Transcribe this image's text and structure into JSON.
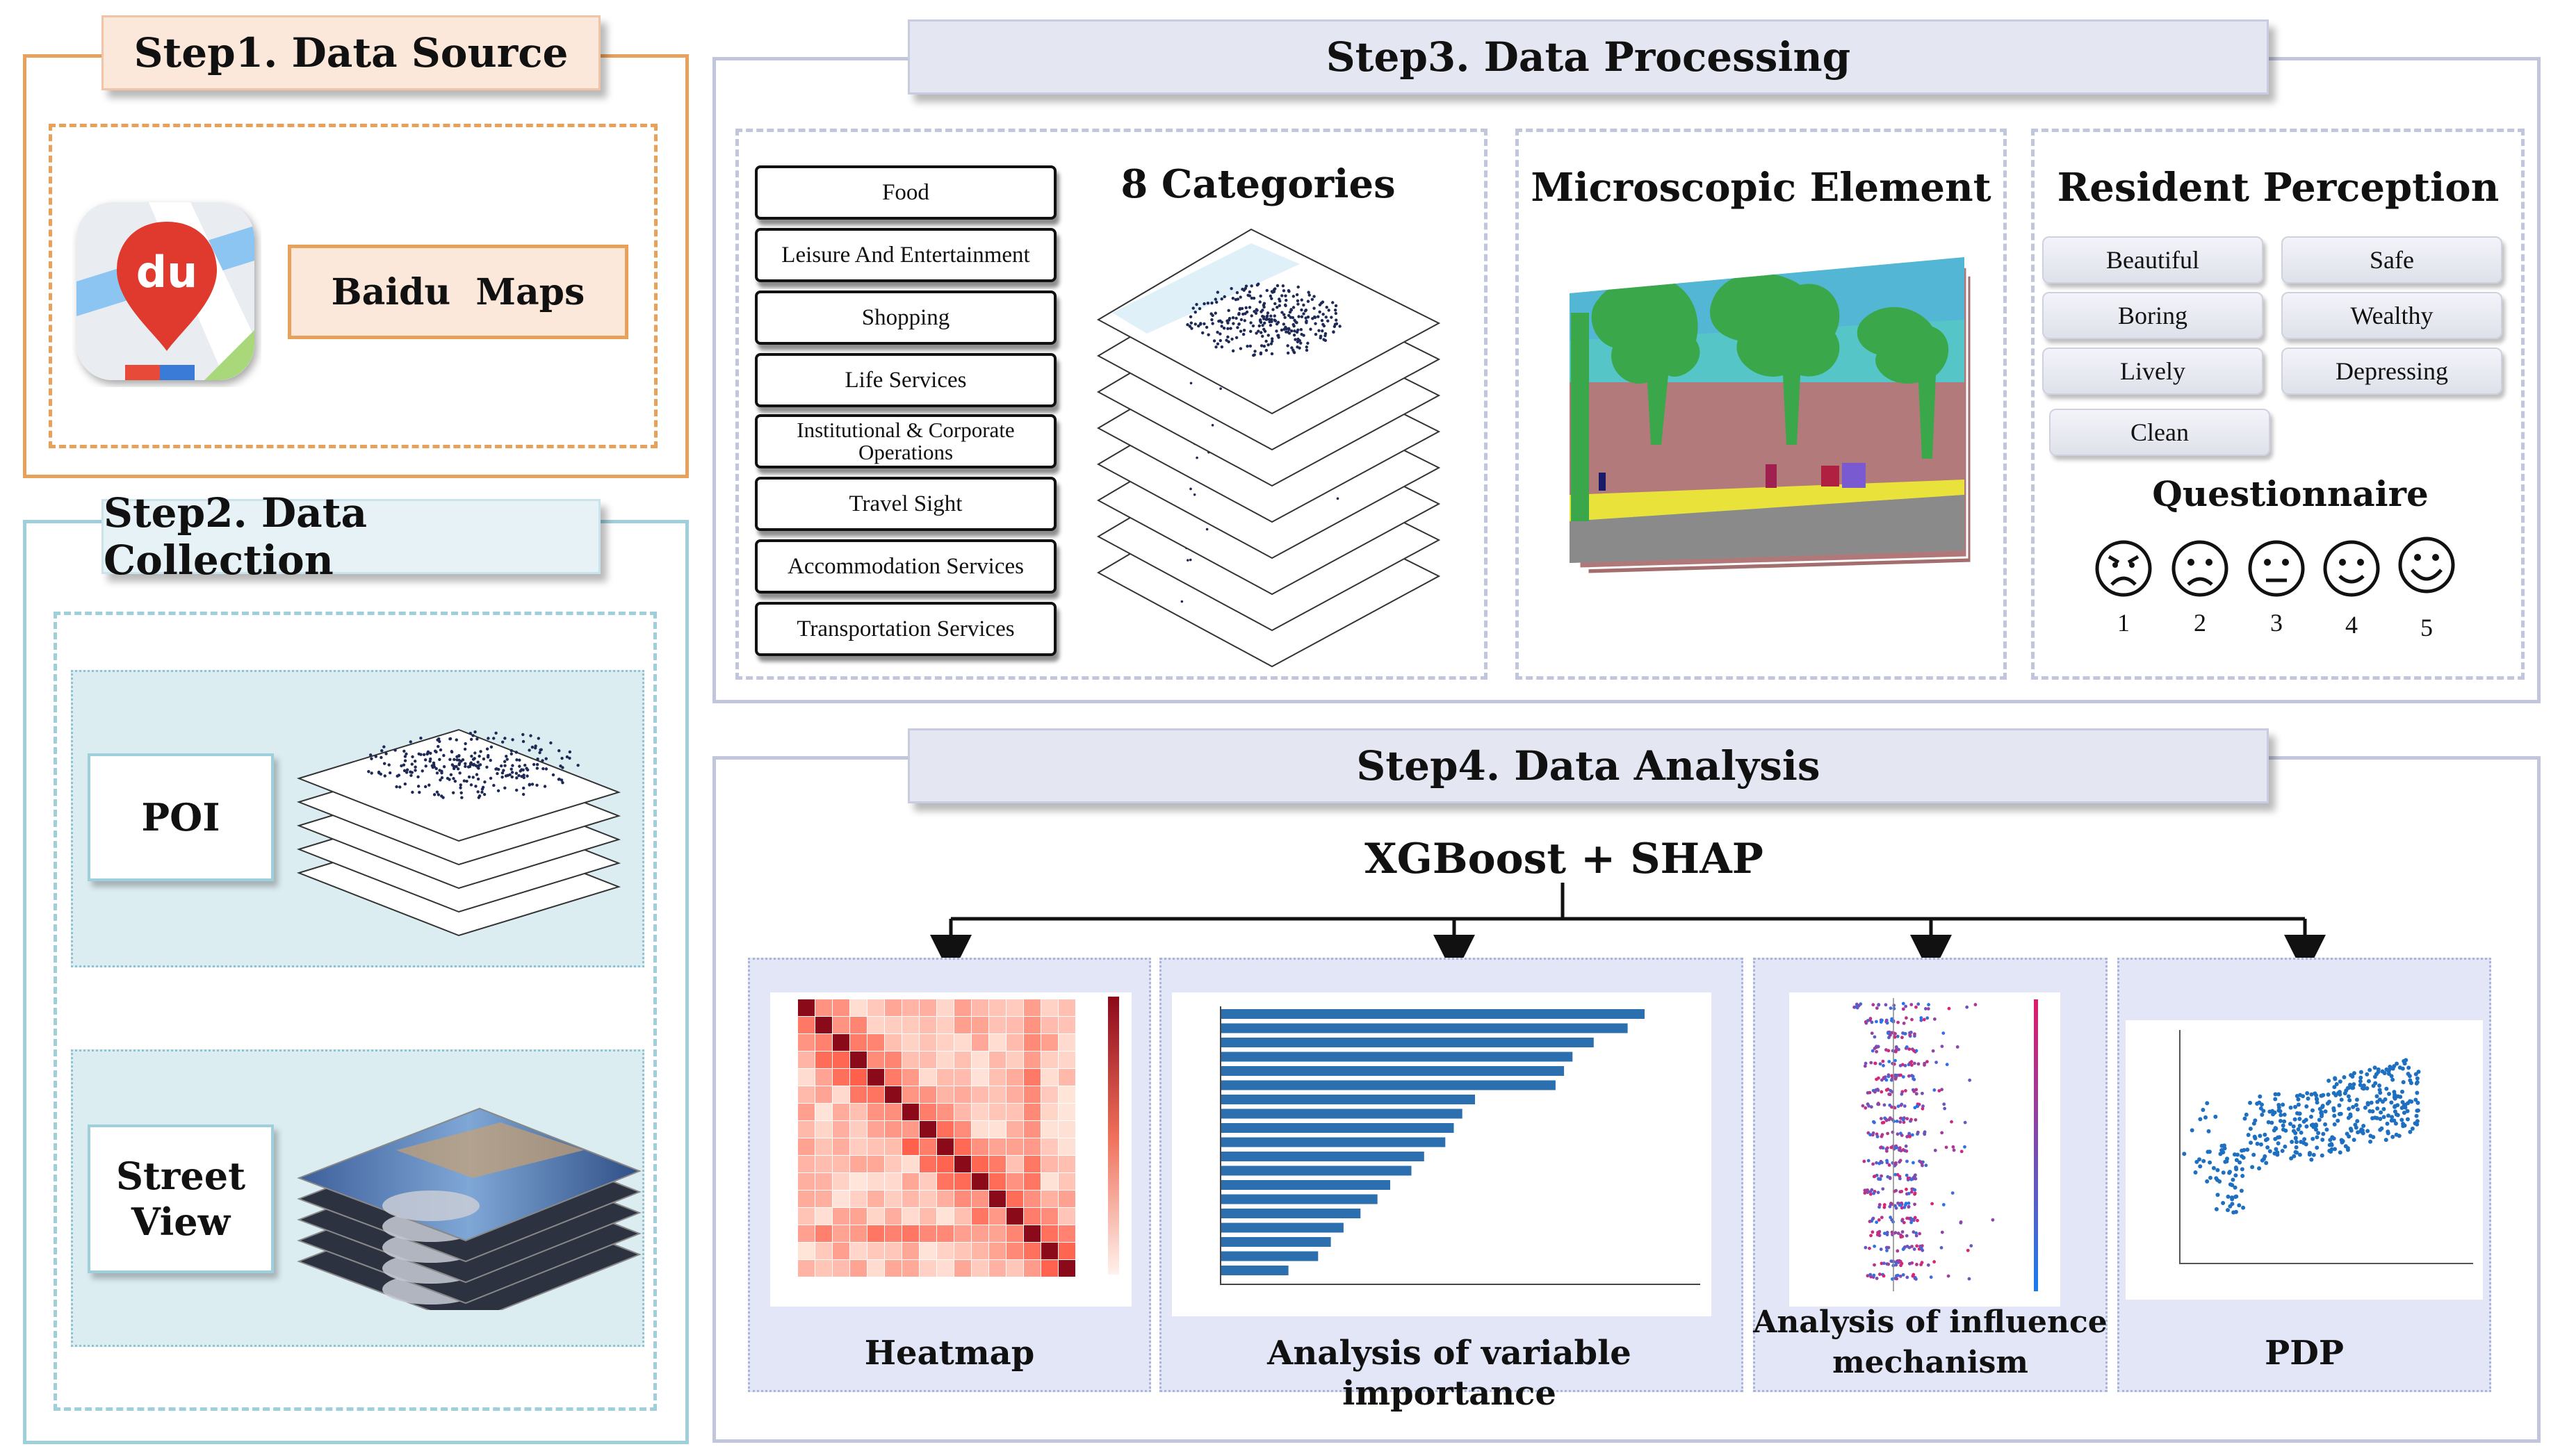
{
  "step1": {
    "title": "Step1. Data Source",
    "logo_text": "du",
    "source_label": "Baidu  Maps"
  },
  "step2": {
    "title": "Step2. Data Collection",
    "poi_label": "POI",
    "street_view_label": [
      "Street",
      "View"
    ]
  },
  "step3": {
    "title": "Step3. Data Processing",
    "categories_title": "8 Categories",
    "categories": [
      "Food",
      "Leisure And Entertainment",
      "Shopping",
      "Life Services",
      "Institutional & Corporate Operations",
      "Travel Sight",
      "Accommodation Services",
      "Transportation Services"
    ],
    "micro_title": "Microscopic Element",
    "perception_title": "Resident Perception",
    "perceptions": [
      "Beautiful",
      "Safe",
      "Boring",
      "Wealthy",
      "Lively",
      "Depressing",
      "Clean"
    ],
    "questionnaire_title": "Questionnaire",
    "scale": [
      "1",
      "2",
      "3",
      "4",
      "5"
    ]
  },
  "step4": {
    "title": "Step4. Data Analysis",
    "model_label": "XGBoost + SHAP",
    "heatmap_caption": "Heatmap",
    "importance_caption": "Analysis of variable importance",
    "influence_caption": [
      "Analysis of influence",
      "mechanism"
    ],
    "pdp_caption": "PDP"
  },
  "colors": {
    "step1_border": "#e8a15a",
    "step1_tab": "#fbe8da",
    "step2_border": "#9ecfda",
    "step2_tab": "#e6f2f6",
    "step34_border": "#c2c6dc",
    "step34_tab": "#e4e6f2",
    "lavender_fill": "#e2e6f7",
    "bar_blue": "#2b6fae",
    "heat_red": "#b2182b"
  }
}
